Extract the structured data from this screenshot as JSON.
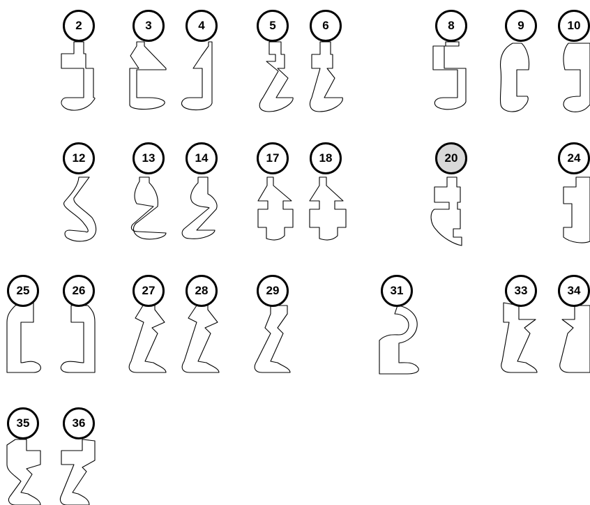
{
  "colors": {
    "stroke": "#000000",
    "background": "#ffffff",
    "selected_fill": "#d9d9d9"
  },
  "selected_number": "20",
  "stitches": [
    {
      "id": "2",
      "number": "2",
      "shape": "step-right-hook",
      "selected": false
    },
    {
      "id": "3",
      "number": "3",
      "shape": "wedge-left-hook",
      "selected": false
    },
    {
      "id": "4",
      "number": "4",
      "shape": "wedge-right-hook",
      "selected": false
    },
    {
      "id": "5",
      "number": "5",
      "shape": "zigzag-hook",
      "selected": false
    },
    {
      "id": "6",
      "number": "6",
      "shape": "zigzag-hook-mirror",
      "selected": false
    },
    {
      "id": "8",
      "number": "8",
      "shape": "tall-step-hook",
      "selected": false
    },
    {
      "id": "9",
      "number": "9",
      "shape": "oval-left-hook",
      "selected": false
    },
    {
      "id": "10",
      "number": "10",
      "shape": "oval-right-hook",
      "selected": false
    },
    {
      "id": "12",
      "number": "12",
      "shape": "wave-hook",
      "selected": false
    },
    {
      "id": "13",
      "number": "13",
      "shape": "s-curve-hook",
      "selected": false
    },
    {
      "id": "14",
      "number": "14",
      "shape": "s-curve-hook-mirror",
      "selected": false
    },
    {
      "id": "17",
      "number": "17",
      "shape": "arrow-bar-hook",
      "selected": false
    },
    {
      "id": "18",
      "number": "18",
      "shape": "arrow-bar-hook-mirror",
      "selected": false
    },
    {
      "id": "20",
      "number": "20",
      "shape": "spiral-hook",
      "selected": true
    },
    {
      "id": "24",
      "number": "24",
      "shape": "step-bar-hook",
      "selected": false
    },
    {
      "id": "25",
      "number": "25",
      "shape": "wide-left-hook",
      "selected": false
    },
    {
      "id": "26",
      "number": "26",
      "shape": "wide-right-hook",
      "selected": false
    },
    {
      "id": "27",
      "number": "27",
      "shape": "lightning-hook",
      "selected": false
    },
    {
      "id": "28",
      "number": "28",
      "shape": "lightning-hook-mirror",
      "selected": false
    },
    {
      "id": "29",
      "number": "29",
      "shape": "zigzag-hook-short",
      "selected": false
    },
    {
      "id": "31",
      "number": "31",
      "shape": "right-bulge-hook",
      "selected": false
    },
    {
      "id": "33",
      "number": "33",
      "shape": "tall-zigzag-left",
      "selected": false
    },
    {
      "id": "34",
      "number": "34",
      "shape": "tall-zigzag-right",
      "selected": false
    },
    {
      "id": "35",
      "number": "35",
      "shape": "long-zigzag-left",
      "selected": false
    },
    {
      "id": "36",
      "number": "36",
      "shape": "long-zigzag-right",
      "selected": false
    }
  ]
}
